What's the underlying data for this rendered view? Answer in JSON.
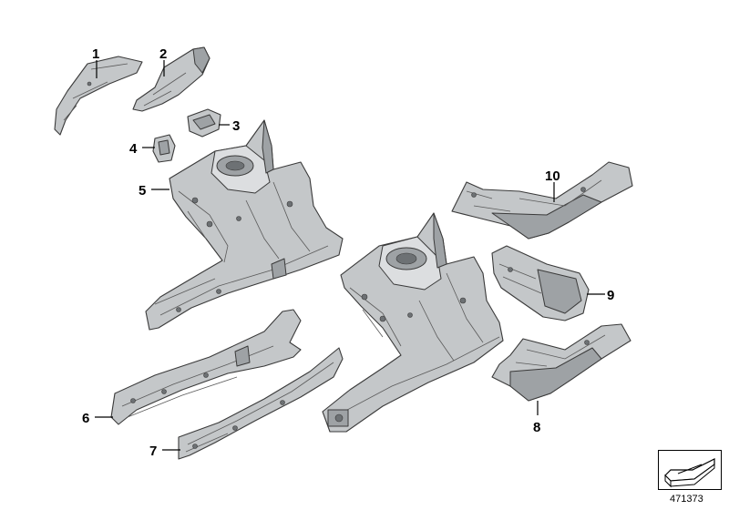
{
  "callouts": [
    {
      "id": "1",
      "label": "1"
    },
    {
      "id": "2",
      "label": "2"
    },
    {
      "id": "3",
      "label": "3"
    },
    {
      "id": "4",
      "label": "4"
    },
    {
      "id": "5",
      "label": "5"
    },
    {
      "id": "6",
      "label": "6"
    },
    {
      "id": "7",
      "label": "7"
    },
    {
      "id": "8",
      "label": "8"
    },
    {
      "id": "9",
      "label": "9"
    },
    {
      "id": "10",
      "label": "10"
    }
  ],
  "reference_number": "471373",
  "icons": {
    "reference_box": "angled-panel-icon"
  }
}
